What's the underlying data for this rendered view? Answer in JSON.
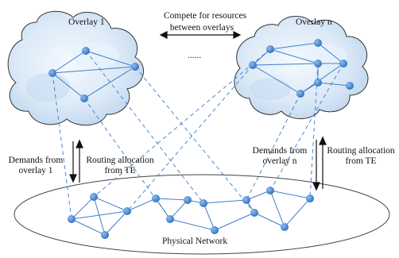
{
  "labels": {
    "overlay_1": "Overlay 1",
    "overlay_n": "Overlay n",
    "compete_line1": "Compete for resources",
    "compete_line2": "between overlays",
    "ellipsis": "......",
    "demands_left_line1": "Demands from",
    "demands_left_line2": "overlay 1",
    "routing_left_line1": "Routing allocation",
    "routing_left_line2": "from TE",
    "demands_right_line1": "Demands from",
    "routing_right_line1": "Routing allocation",
    "routing_right_line2": "from TE",
    "demands_right_line2": "overlay n",
    "physical_network": "Physical Network"
  },
  "colors": {
    "node": "#4a86cf",
    "link": "#3f7fc9",
    "cloud_light": "#eef5fc",
    "cloud_mid": "#cfe2f4",
    "cloud_outline": "#333333",
    "ellipse_outline": "#444444"
  }
}
